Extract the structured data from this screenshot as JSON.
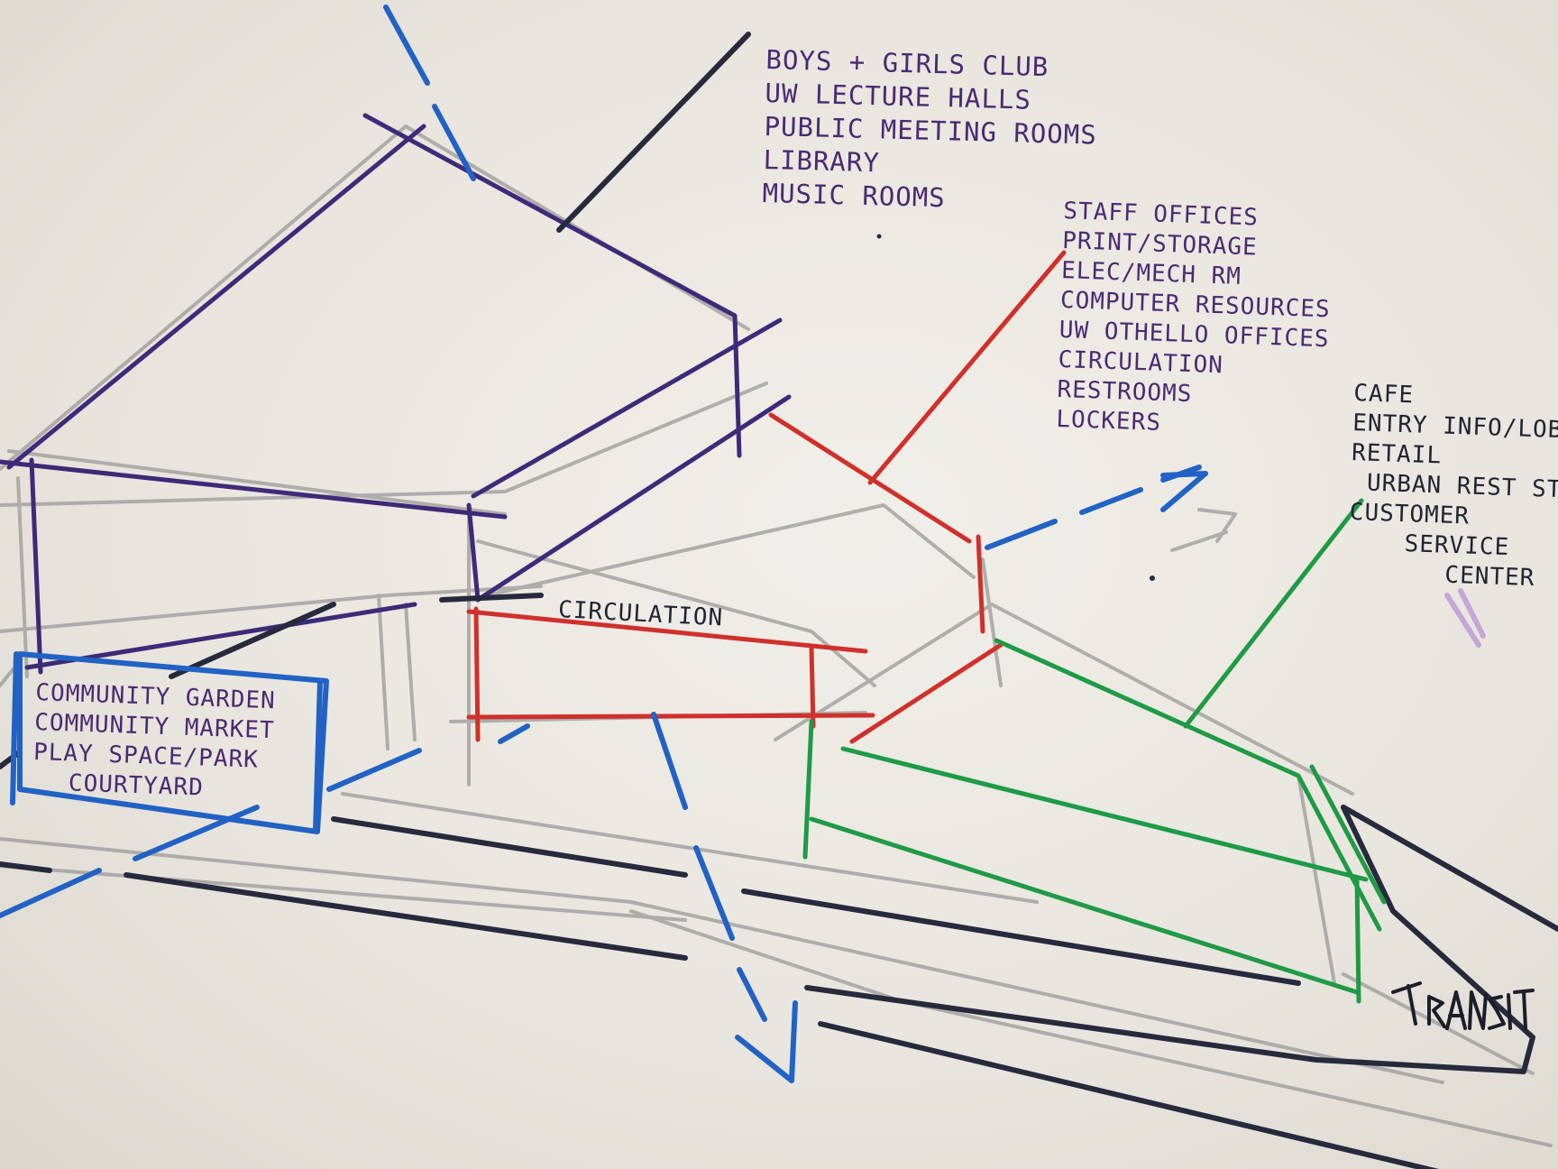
{
  "notes": {
    "upper_program": [
      "BOYS + GIRLS CLUB",
      "UW LECTURE HALLS",
      "PUBLIC MEETING ROOMS",
      "LIBRARY",
      "MUSIC ROOMS"
    ],
    "middle_program": [
      "STAFF OFFICES",
      "PRINT/STORAGE",
      "ELEC/MECH RM",
      "COMPUTER RESOURCES",
      "UW OTHELLO OFFICES",
      "CIRCULATION",
      "RESTROOMS",
      "LOCKERS"
    ],
    "ground_program": [
      "CAFE",
      "ENTRY INFO/LOBBY",
      "RETAIL",
      "URBAN REST STOP",
      "CUSTOMER",
      "SERVICE",
      "CENTER"
    ],
    "outdoor_program": [
      "COMMUNITY GARDEN",
      "COMMUNITY MARKET",
      "PLAY SPACE/PARK",
      "COURTYARD"
    ],
    "circulation_label": "CIRCULATION",
    "transit_label": "TRANSIT"
  },
  "colors": {
    "paper": "#e9e6df",
    "ink_purple": "#3d2a78",
    "ink_red": "#d0302c",
    "ink_green": "#1f9a45",
    "ink_blue": "#2162c4",
    "ink_dark": "#262a3c",
    "graphite": "#9b9a98"
  }
}
